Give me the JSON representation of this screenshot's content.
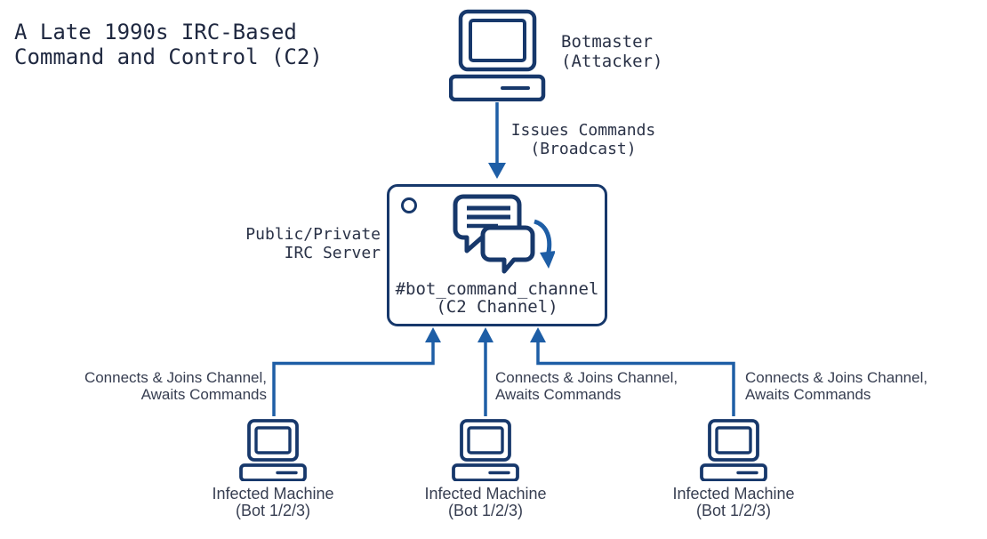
{
  "colors": {
    "background": "#ffffff",
    "navy": "#17386B",
    "arrow_blue": "#1E5EA6",
    "title_text": "#1F2840",
    "mono_text": "#2A3247",
    "sans_text": "#373E51"
  },
  "title": {
    "line1": "A Late 1990s IRC-Based",
    "line2": "Command and Control (C2)"
  },
  "botmaster": {
    "icon": "desktop-computer-icon",
    "label_line1": "Botmaster",
    "label_line2": "(Attacker)"
  },
  "command_flow": {
    "arrow": "arrow-down-icon",
    "line1": "Issues Commands",
    "line2": "(Broadcast)"
  },
  "server": {
    "side_label_line1": "Public/Private",
    "side_label_line2": "IRC Server",
    "port_icon": "circle-indicator-icon",
    "chat_icon": "chat-bubbles-forward-arrow-icon",
    "channel_line1": "#bot_command_channel",
    "channel_line2": "(C2 Channel)"
  },
  "bots": [
    {
      "icon": "desktop-computer-icon",
      "connect_line1": "Connects & Joins Channel,",
      "connect_line2": "Awaits Commands",
      "label_line1": "Infected Machine",
      "label_line2": "(Bot 1/2/3)"
    },
    {
      "icon": "desktop-computer-icon",
      "connect_line1": "Connects & Joins Channel,",
      "connect_line2": "Awaits Commands",
      "label_line1": "Infected Machine",
      "label_line2": "(Bot 1/2/3)"
    },
    {
      "icon": "desktop-computer-icon",
      "connect_line1": "Connects & Joins Channel,",
      "connect_line2": "Awaits Commands",
      "label_line1": "Infected Machine",
      "label_line2": "(Bot 1/2/3)"
    }
  ]
}
